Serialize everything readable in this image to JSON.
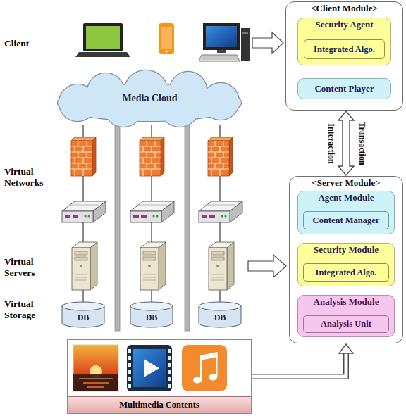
{
  "diagram": {
    "nodes": [
      {
        "text": [
          "<Client Module>"
        ]
      },
      {
        "text": [
          "Security Agent"
        ],
        "in": 0
      },
      {
        "text": [
          "Integrated Algo."
        ],
        "in": 1
      },
      {
        "text": [
          "Content Player"
        ],
        "in": 0
      },
      {
        "text": [
          "Media Cloud"
        ]
      },
      {
        "text": [
          "<Server Module>"
        ]
      },
      {
        "text": [
          "Agent Module"
        ],
        "in": 5
      },
      {
        "text": [
          "Content Manager"
        ],
        "in": 6
      },
      {
        "text": [
          "Security Module"
        ],
        "in": 5
      },
      {
        "text": [
          "Integrated Algo."
        ],
        "in": 8
      },
      {
        "text": [
          "Analysis Module"
        ],
        "in": 5
      },
      {
        "text": [
          "Analysis Unit"
        ],
        "in": 10
      },
      {
        "text": [
          "DB"
        ]
      },
      {
        "text": [
          "DB"
        ]
      },
      {
        "text": [
          "DB"
        ]
      },
      {
        "text": [
          "Multimedia Contents"
        ]
      }
    ],
    "edges": [
      {
        "from": 0,
        "to": 5,
        "arrow": "both",
        "label": "Interaction"
      },
      {
        "from": 15,
        "to": 5,
        "arrow": "to"
      }
    ],
    "labels": [
      "Client",
      "Virtual Networks",
      "Virtual Servers",
      "Virtual Storage",
      "Transaction"
    ]
  }
}
